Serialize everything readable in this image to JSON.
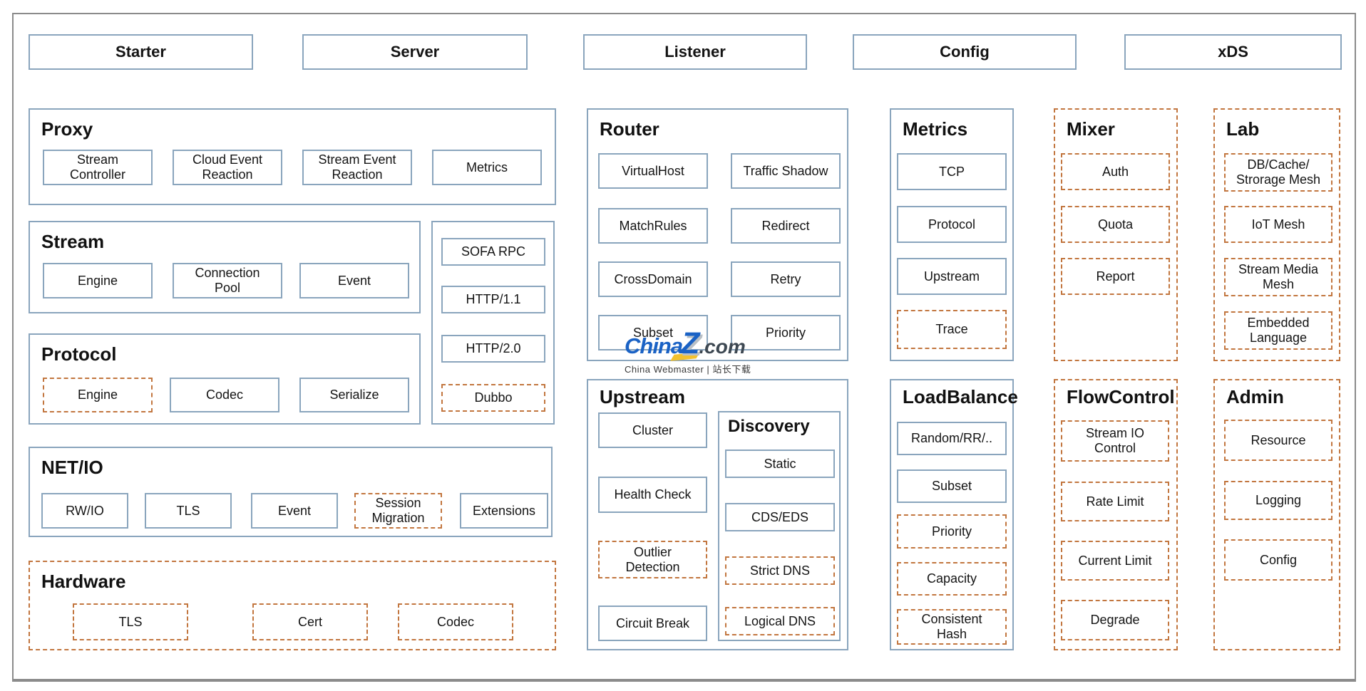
{
  "colors": {
    "solid_border": "#8AA5BD",
    "dashed_border": "#C2763F",
    "frame_border": "#8B8B8B",
    "text": "#141414",
    "watermark_blue": "#1A62C5",
    "watermark_dark": "#3D4852",
    "watermark_yellow": "#F2C12E"
  },
  "header_row": [
    "Starter",
    "Server",
    "Listener",
    "Config",
    "xDS"
  ],
  "groups": {
    "proxy": {
      "title": "Proxy",
      "items": [
        "Stream Controller",
        "Cloud Event Reaction",
        "Stream Event Reaction",
        "Metrics"
      ]
    },
    "stream": {
      "title": "Stream",
      "items": [
        "Engine",
        "Connection Pool",
        "Event"
      ]
    },
    "protocol_stack": {
      "items": [
        "SOFA RPC",
        "HTTP/1.1",
        "HTTP/2.0",
        "Dubbo"
      ]
    },
    "protocol": {
      "title": "Protocol",
      "items": [
        "Engine",
        "Codec",
        "Serialize"
      ]
    },
    "netio": {
      "title": "NET/IO",
      "items": [
        "RW/IO",
        "TLS",
        "Event",
        "Session Migration",
        "Extensions"
      ]
    },
    "hardware": {
      "title": "Hardware",
      "items": [
        "TLS",
        "Cert",
        "Codec"
      ]
    },
    "router": {
      "title": "Router",
      "items": [
        "VirtualHost",
        "Traffic Shadow",
        "MatchRules",
        "Redirect",
        "CrossDomain",
        "Retry",
        "Subset",
        "Priority"
      ]
    },
    "upstream": {
      "title": "Upstream",
      "items": [
        "Cluster",
        "Health Check",
        "Outlier Detection",
        "Circuit Break"
      ]
    },
    "discovery": {
      "title": "Discovery",
      "items": [
        "Static",
        "CDS/EDS",
        "Strict DNS",
        "Logical DNS"
      ]
    },
    "metrics": {
      "title": "Metrics",
      "items": [
        "TCP",
        "Protocol",
        "Upstream",
        "Trace"
      ]
    },
    "loadbalance": {
      "title": "LoadBalance",
      "items": [
        "Random/RR/..",
        "Subset",
        "Priority",
        "Capacity",
        "Consistent Hash"
      ]
    },
    "mixer": {
      "title": "Mixer",
      "items": [
        "Auth",
        "Quota",
        "Report"
      ]
    },
    "flowcontrol": {
      "title": "FlowControl",
      "items": [
        "Stream IO Control",
        "Rate Limit",
        "Current Limit",
        "Degrade"
      ]
    },
    "lab": {
      "title": "Lab",
      "items": [
        "DB/Cache/ Strorage Mesh",
        "IoT Mesh",
        "Stream Media Mesh",
        "Embedded Language"
      ]
    },
    "admin": {
      "title": "Admin",
      "items": [
        "Resource",
        "Logging",
        "Config"
      ]
    }
  },
  "watermark": {
    "brand_prefix": "China",
    "brand_letter": "Z",
    "brand_suffix": ".com",
    "subtitle": "China Webmaster | 站长下载"
  }
}
